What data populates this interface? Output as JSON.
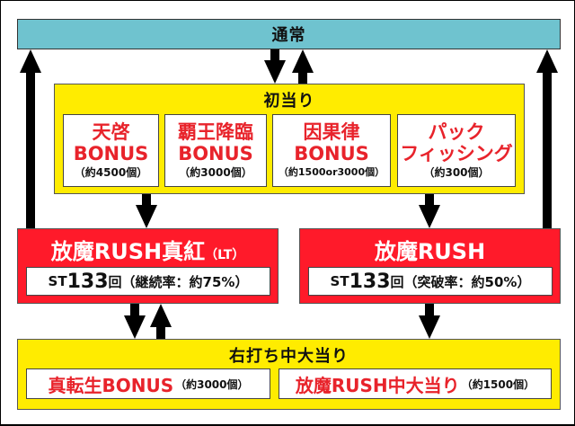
{
  "normal": {
    "label": "通常"
  },
  "first_hit": {
    "title": "初当り",
    "items": [
      {
        "line1": "天啓",
        "line2": "BONUS",
        "sub": "（約4500個）"
      },
      {
        "line1": "覇王降臨",
        "line2": "BONUS",
        "sub": "（約3000個）"
      },
      {
        "line1": "因果律",
        "line2": "BONUS",
        "sub": "（約1500or3000個）"
      },
      {
        "line1": "パック",
        "line2": "フィッシング",
        "sub": "（約300個）"
      }
    ]
  },
  "rush_lt": {
    "title": "放魔RUSH真紅",
    "title_suffix": "（LT）",
    "st_prefix": "ST",
    "st_count": "133",
    "st_unit": "回",
    "st_detail": "（継続率：約75%）"
  },
  "rush": {
    "title": "放魔RUSH",
    "st_prefix": "ST",
    "st_count": "133",
    "st_unit": "回",
    "st_detail": "（突破率：約50%）"
  },
  "right_hit": {
    "title": "右打ち中大当り",
    "items": [
      {
        "label": "真転生BONUS",
        "sub": "（約3000個）"
      },
      {
        "label": "放魔RUSH中大当り",
        "sub": "（約1500個）"
      }
    ]
  },
  "colors": {
    "normal_bg": "#6fc3cf",
    "yellow_bg": "#ffec00",
    "red_bg": "#ff1a2a",
    "red_text": "#e8232b",
    "arrow": "#000000"
  }
}
